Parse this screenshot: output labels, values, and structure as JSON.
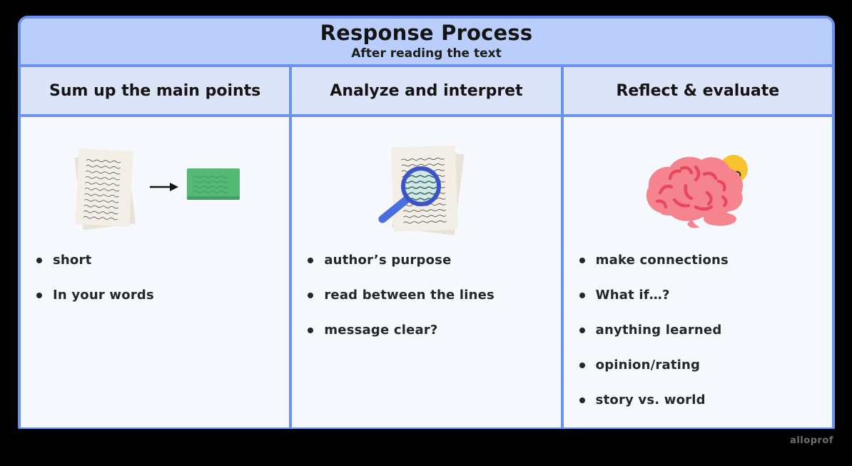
{
  "page": {
    "watermark": "alloprof",
    "background_color": "#000000"
  },
  "board": {
    "title": "Response Process",
    "subtitle": "After reading the text",
    "colors": {
      "border_blue": "#6a93f0",
      "title_band": "#b9cefb",
      "header_band": "#dce4f9",
      "body_background": "#f5f8fd",
      "text": "#262626",
      "note_green": "#53b974",
      "brain_pink": "#f5848f",
      "brain_fold_red": "#e8475f",
      "bulb_yellow": "#f9c32e",
      "magnifier_blue": "#4a6de0",
      "paper_cream": "#f3efe6"
    }
  },
  "columns": [
    {
      "header": "Sum up the main points",
      "icons": [
        "paper-stack-icon",
        "arrow-right-icon",
        "summary-note-icon"
      ],
      "bullets": [
        "short",
        "In your words"
      ]
    },
    {
      "header": "Analyze and interpret",
      "icons": [
        "magnifier-paper-icon"
      ],
      "bullets": [
        "author’s purpose",
        "read between the lines",
        "message clear?"
      ]
    },
    {
      "header": "Reflect & evaluate",
      "icons": [
        "brain-icon",
        "lightbulb-icon"
      ],
      "bullets": [
        "make connections",
        "What if…?",
        "anything learned",
        "opinion/rating",
        "story vs. world"
      ]
    }
  ]
}
